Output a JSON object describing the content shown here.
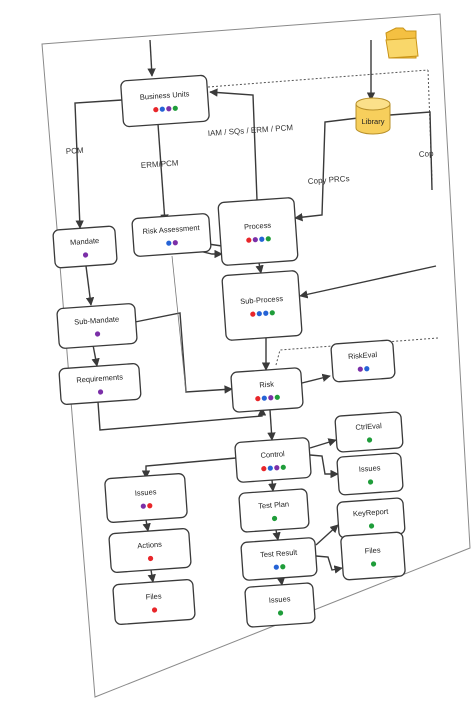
{
  "colors": {
    "red": "#e8262a",
    "purple": "#7b2fa8",
    "blue": "#2563d6",
    "green": "#1f9d3a",
    "line": "#3a3a3a",
    "folder": "#f4c042",
    "cylinder": "#f7cf5c"
  },
  "nodes": {
    "business_units": {
      "label": "Business Units",
      "dots": [
        "red",
        "blue",
        "purple",
        "green"
      ]
    },
    "mandate": {
      "label": "Mandate",
      "dots": [
        "purple"
      ]
    },
    "risk_assessment": {
      "label": "Risk Assessment",
      "dots": [
        "blue",
        "purple"
      ]
    },
    "process": {
      "label": "Process",
      "dots": [
        "red",
        "purple",
        "blue",
        "green"
      ]
    },
    "library": {
      "label": "Library"
    },
    "sub_process": {
      "label": "Sub-Process",
      "dots": [
        "red",
        "blue",
        "blue",
        "green"
      ]
    },
    "sub_mandate": {
      "label": "Sub-Mandate",
      "dots": [
        "purple"
      ]
    },
    "requirements": {
      "label": "Requirements",
      "dots": [
        "purple"
      ]
    },
    "risk": {
      "label": "Risk",
      "dots": [
        "red",
        "blue",
        "purple",
        "green"
      ]
    },
    "riskeval": {
      "label": "RiskEval",
      "dots": [
        "purple",
        "blue"
      ]
    },
    "control": {
      "label": "Control",
      "dots": [
        "red",
        "blue",
        "purple",
        "green"
      ]
    },
    "ctrleval": {
      "label": "CtrlEval",
      "dots": [
        "green"
      ]
    },
    "issues_right": {
      "label": "Issues",
      "dots": [
        "green"
      ]
    },
    "issues_left": {
      "label": "Issues",
      "dots": [
        "purple",
        "red"
      ]
    },
    "test_plan": {
      "label": "Test Plan",
      "dots": [
        "green"
      ]
    },
    "actions": {
      "label": "Actions",
      "dots": [
        "red"
      ]
    },
    "test_result": {
      "label": "Test Result",
      "dots": [
        "blue",
        "green"
      ]
    },
    "keyreport": {
      "label": "KeyReport",
      "dots": [
        "green"
      ]
    },
    "files_left": {
      "label": "Files",
      "dots": [
        "red"
      ]
    },
    "files_right": {
      "label": "Files",
      "dots": [
        "green"
      ]
    },
    "issues_bottom": {
      "label": "Issues",
      "dots": [
        "green"
      ]
    }
  },
  "edge_labels": {
    "pcm": "PCM",
    "erm_pcm": "ERM/PCM",
    "iam": "IAM / SQs / ERM / PCM",
    "copy_prcs": "Copy PRCs",
    "cop": "Cop"
  }
}
